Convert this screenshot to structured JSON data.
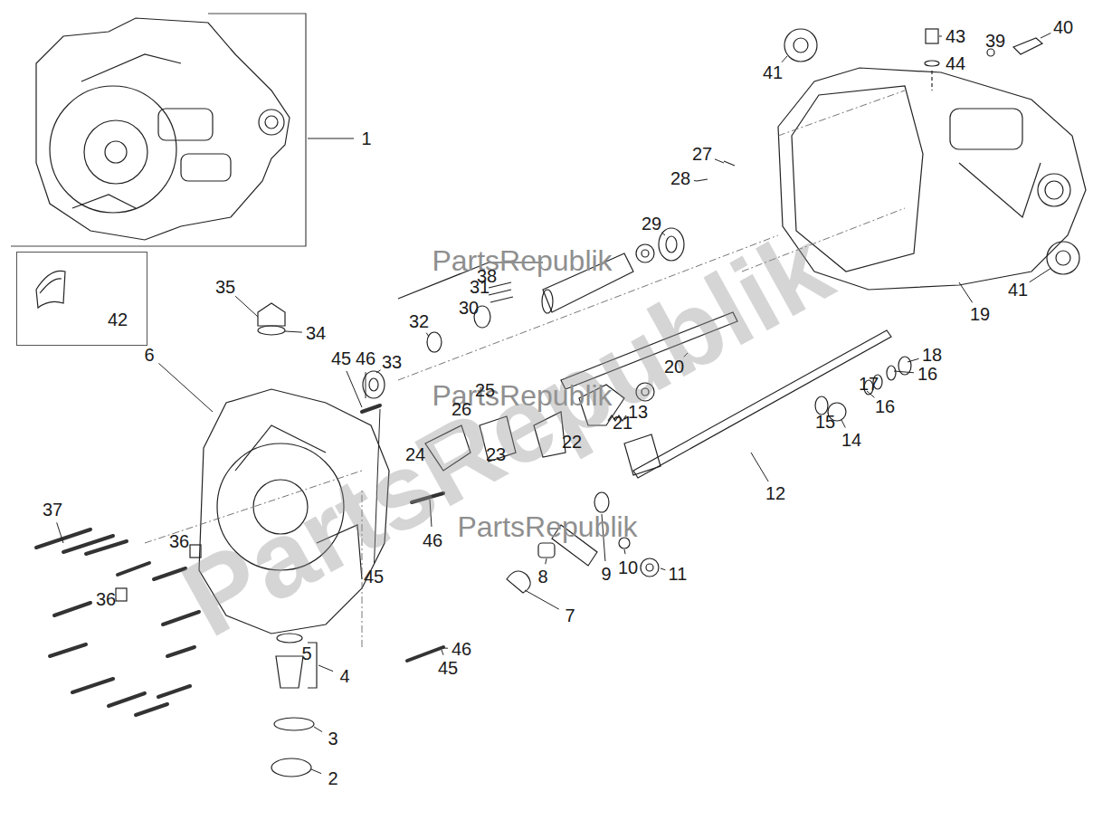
{
  "diagram": {
    "nodes": [
      {
        "text": [
          "42"
        ]
      }
    ],
    "labels": [
      "40",
      "43",
      "39",
      "44",
      "41",
      "1",
      "27",
      "28",
      "29",
      "PartsRepublik",
      "38",
      "35",
      "31",
      "41",
      "30",
      "19",
      "32",
      "6",
      "34",
      "18",
      "45",
      "46",
      "33",
      "20",
      "16",
      "17",
      "25",
      "PartsRepublik",
      "26",
      "16",
      "13",
      "15",
      "21",
      "14",
      "22",
      "24",
      "23",
      "12",
      "37",
      "PartsRepublik",
      "46",
      "36",
      "10",
      "9",
      "11",
      "8",
      "45",
      "36",
      "7",
      "46",
      "5",
      "45",
      "4",
      "3",
      "2",
      "PartsRepublik"
    ]
  }
}
